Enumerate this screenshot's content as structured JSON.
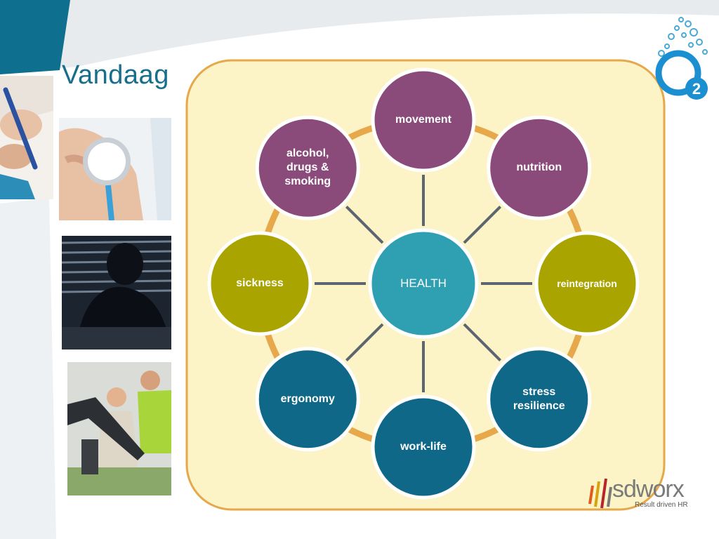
{
  "slide": {
    "title": "Vandaag"
  },
  "colors": {
    "teal_brand": "#176f8c",
    "panel_fill": "#fcf3c7",
    "panel_border": "#e6a84a",
    "purple": "#8a4b7b",
    "olive": "#aaa400",
    "dark_teal": "#0f6888",
    "center": "#2f9fb2",
    "spoke": "#5c6670",
    "ring": "#e6a84a"
  },
  "diagram": {
    "center": {
      "label": "HEALTH"
    },
    "nodes": [
      {
        "id": "movement",
        "label": "movement",
        "color": "purple"
      },
      {
        "id": "nutrition",
        "label": "nutrition",
        "color": "purple"
      },
      {
        "id": "reintegration",
        "label": "reintegration",
        "color": "olive"
      },
      {
        "id": "stress",
        "label": "stress resilience",
        "color": "dark_teal"
      },
      {
        "id": "work-life",
        "label": "work-life",
        "color": "dark_teal"
      },
      {
        "id": "ergonomy",
        "label": "ergonomy",
        "color": "dark_teal"
      },
      {
        "id": "sickness",
        "label": "sickness",
        "color": "olive"
      },
      {
        "id": "alcohol",
        "label": "alcohol, drugs & smoking",
        "color": "purple"
      }
    ]
  },
  "photos": [
    {
      "icon": "writing-hand-photo"
    },
    {
      "icon": "stethoscope-photo"
    },
    {
      "icon": "stressed-person-photo"
    },
    {
      "icon": "treadmill-photo"
    }
  ],
  "logos": {
    "o2": {
      "icon": "o2-logo-icon"
    },
    "sdworx": {
      "name": "sdworx",
      "tagline": "Result driven HR"
    }
  }
}
